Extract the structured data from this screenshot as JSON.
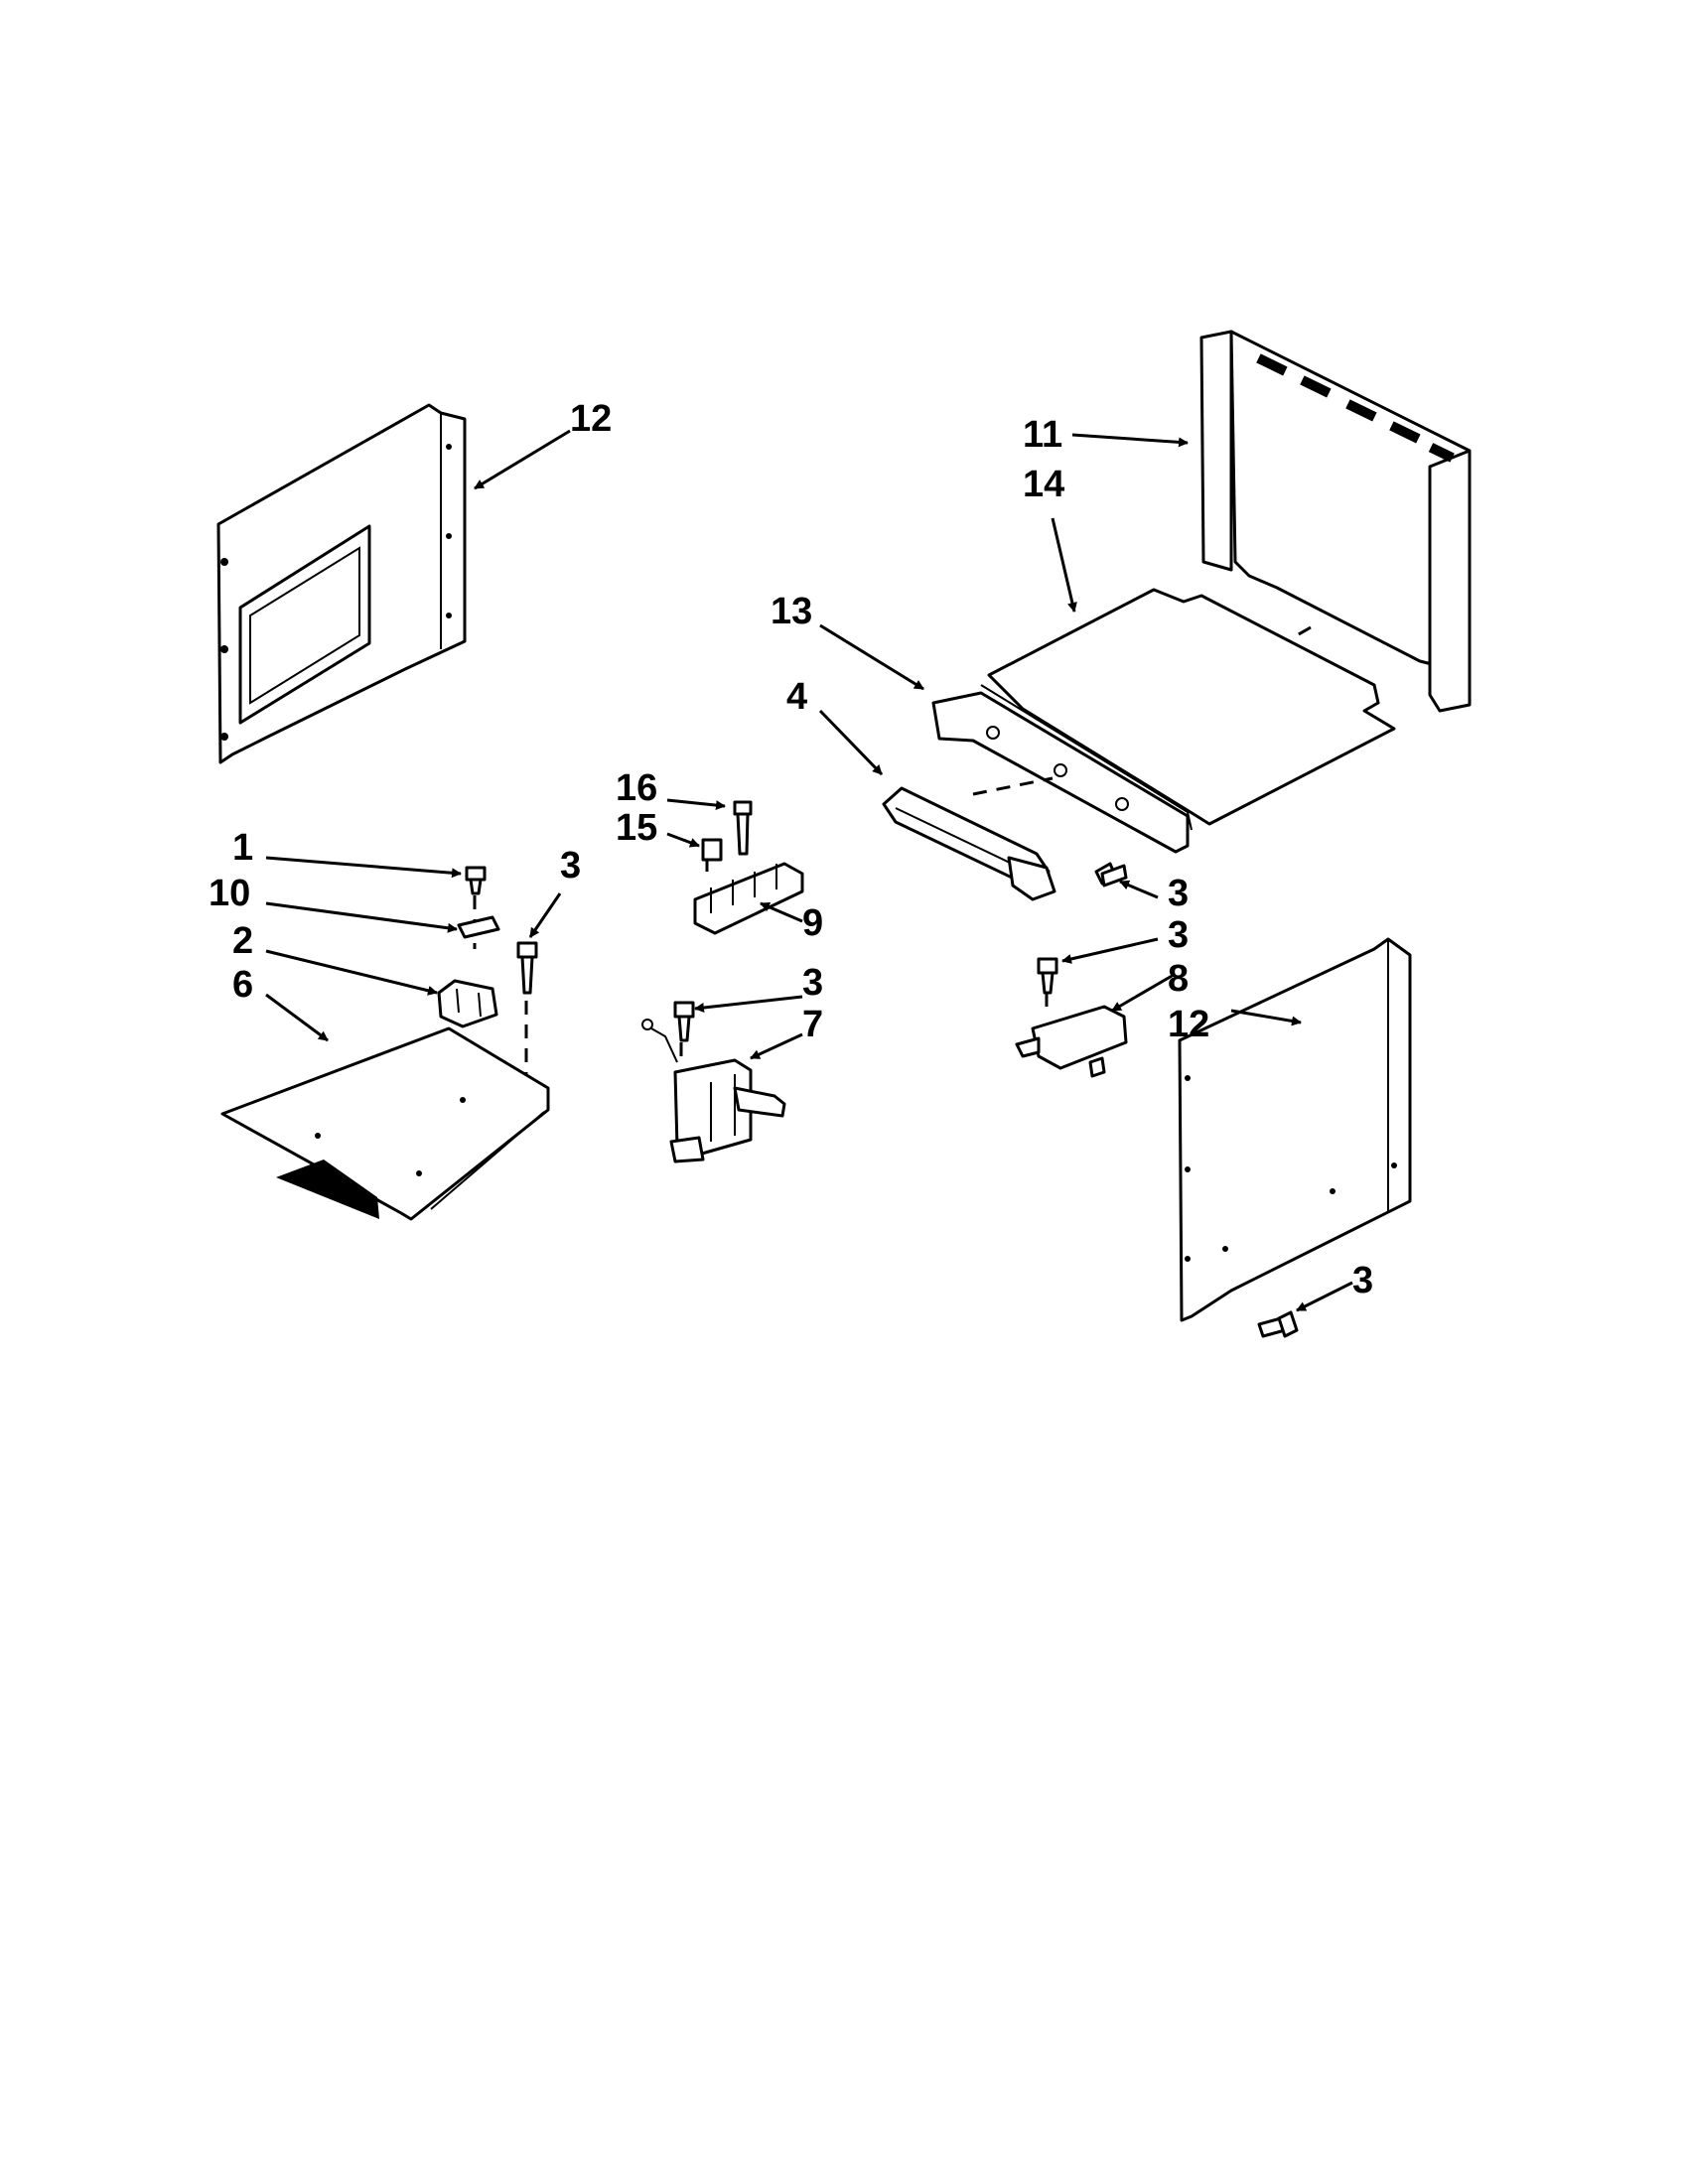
{
  "callouts": [
    {
      "id": "c12a",
      "text": "12"
    },
    {
      "id": "c11",
      "text": "11"
    },
    {
      "id": "c14",
      "text": "14"
    },
    {
      "id": "c13",
      "text": "13"
    },
    {
      "id": "c4",
      "text": "4"
    },
    {
      "id": "c16",
      "text": "16"
    },
    {
      "id": "c15",
      "text": "15"
    },
    {
      "id": "c1",
      "text": "1"
    },
    {
      "id": "c10",
      "text": "10"
    },
    {
      "id": "c3a",
      "text": "3"
    },
    {
      "id": "c2",
      "text": "2"
    },
    {
      "id": "c6",
      "text": "6"
    },
    {
      "id": "c9",
      "text": "9"
    },
    {
      "id": "c3b",
      "text": "3"
    },
    {
      "id": "c7",
      "text": "7"
    },
    {
      "id": "c3c",
      "text": "3"
    },
    {
      "id": "c3d",
      "text": "3"
    },
    {
      "id": "c8",
      "text": "8"
    },
    {
      "id": "c12b",
      "text": "12"
    },
    {
      "id": "c3e",
      "text": "3"
    }
  ]
}
